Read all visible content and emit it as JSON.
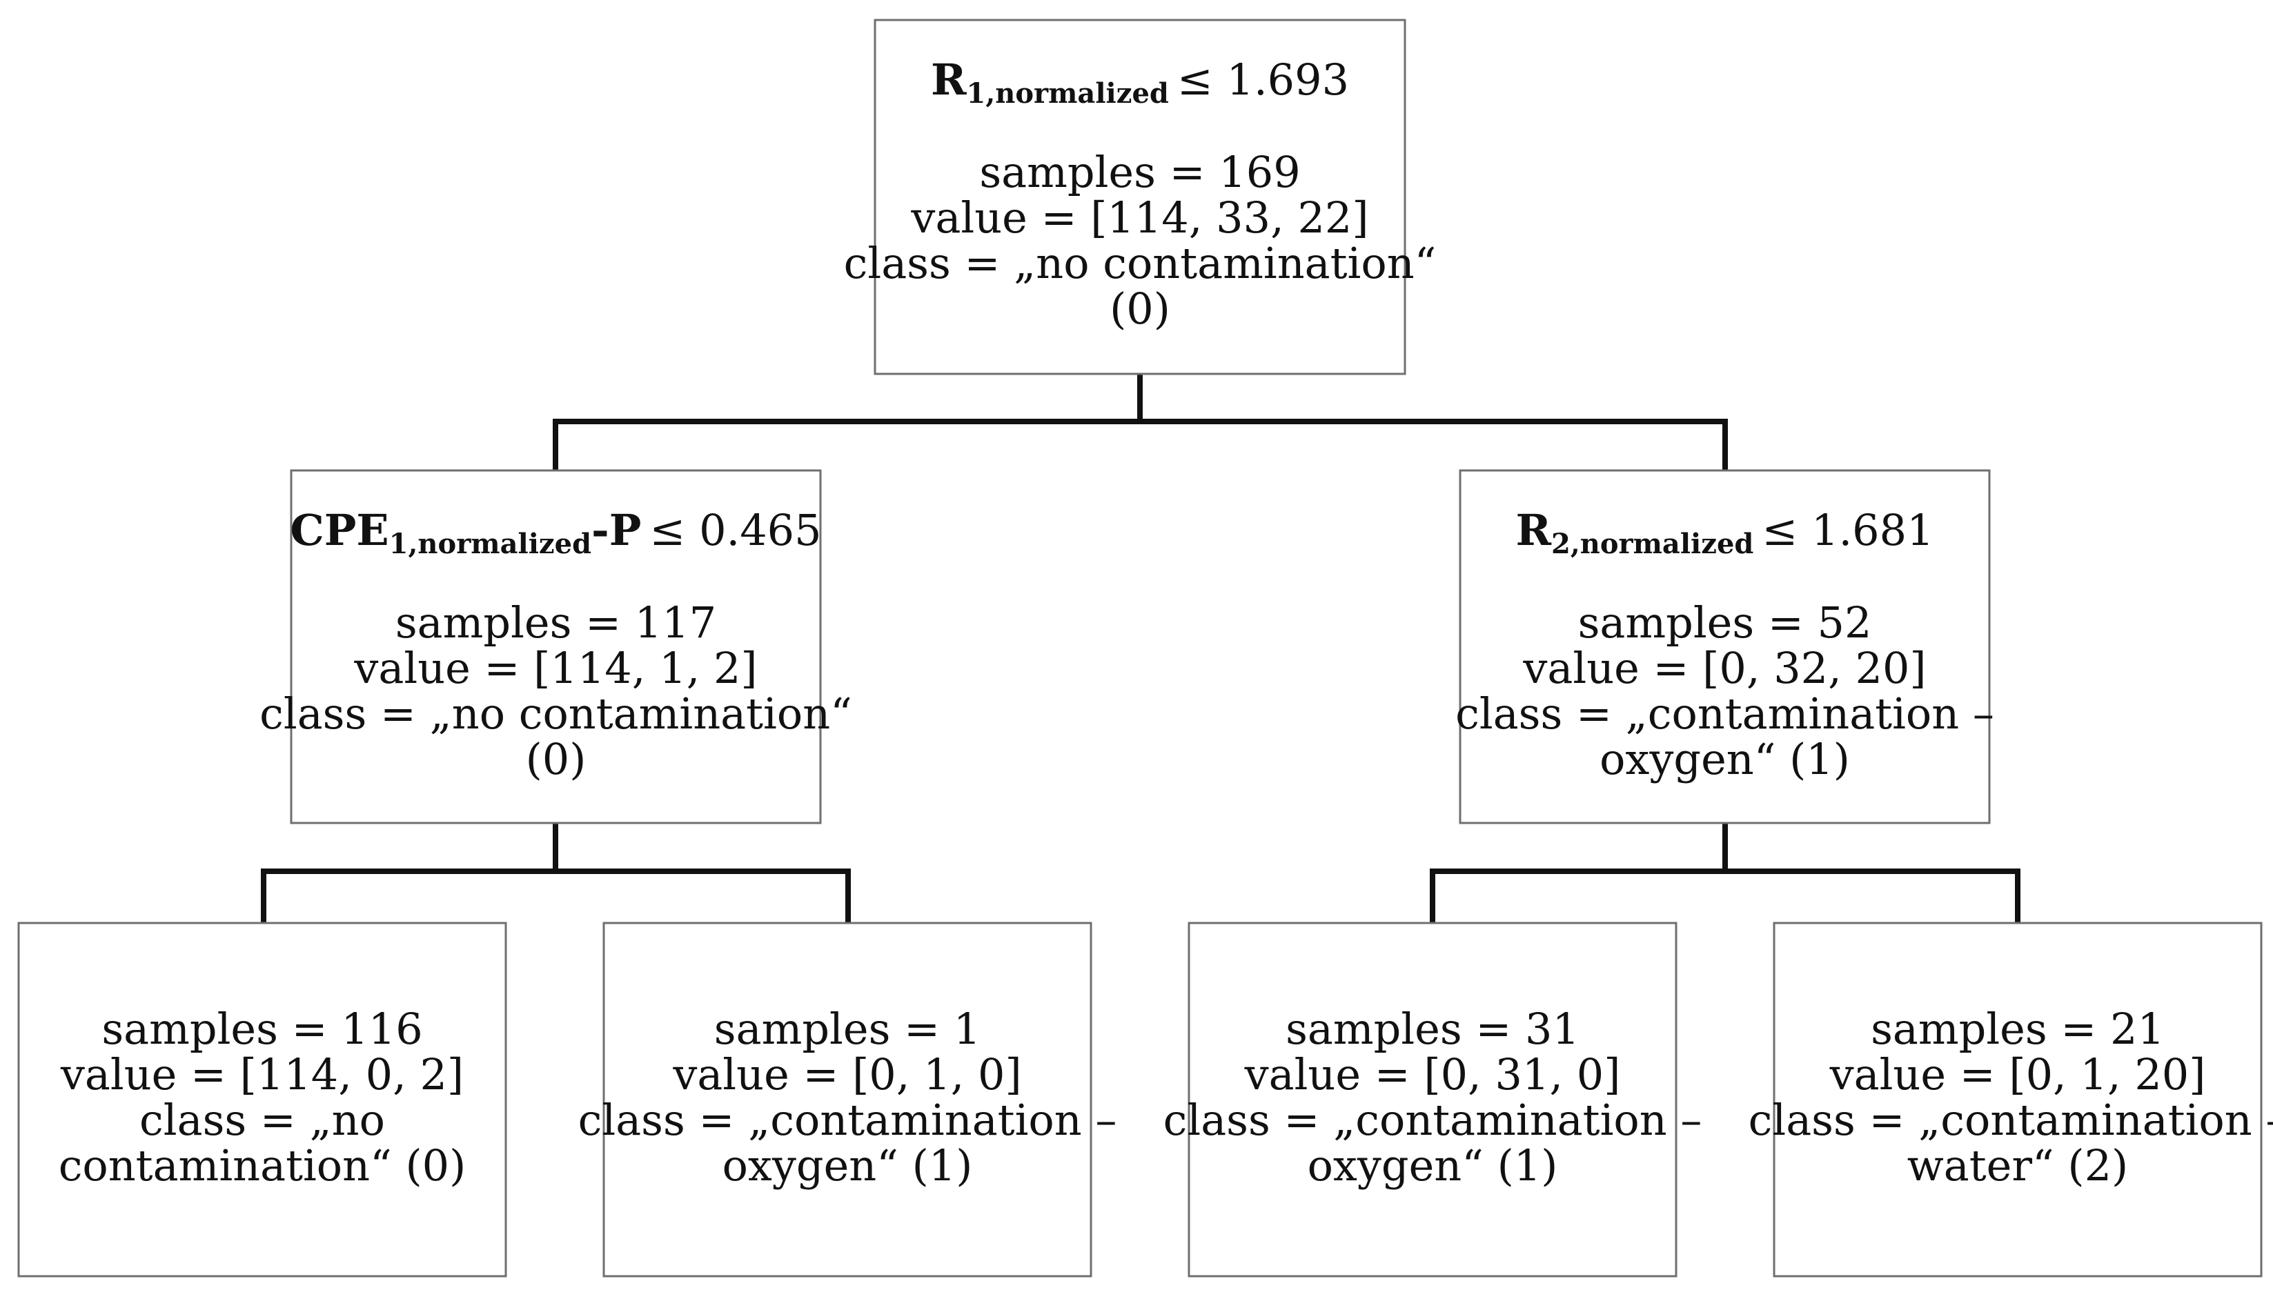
{
  "root": {
    "split": {
      "feature": "R",
      "feature_subscript": "1,normalized",
      "feature_suffix": "",
      "operator": "≤",
      "threshold": "1.693"
    },
    "samples_text": "samples = 169",
    "value_text": "value = [114, 33, 22]",
    "class_line_1": "class = „no contamination“",
    "class_line_2": "(0)"
  },
  "left": {
    "split": {
      "feature": "CPE",
      "feature_subscript": "1,normalized",
      "feature_suffix": "-P",
      "operator": "≤",
      "threshold": "0.465"
    },
    "samples_text": "samples = 117",
    "value_text": "value = [114, 1, 2]",
    "class_line_1": "class = „no contamination“",
    "class_line_2": "(0)"
  },
  "right": {
    "split": {
      "feature": "R",
      "feature_subscript": "2,normalized",
      "feature_suffix": "",
      "operator": "≤",
      "threshold": "1.681"
    },
    "samples_text": "samples = 52",
    "value_text": "value = [0, 32, 20]",
    "class_line_1": "class = „contamination –",
    "class_line_2": "oxygen“ (1)"
  },
  "leaf_ll": {
    "samples_text": "samples = 116",
    "value_text": "value = [114, 0, 2]",
    "class_line_1": "class = „no",
    "class_line_2": "contamination“ (0)"
  },
  "leaf_lr": {
    "samples_text": "samples = 1",
    "value_text": "value = [0, 1, 0]",
    "class_line_1": "class = „contamination –",
    "class_line_2": "oxygen“ (1)"
  },
  "leaf_rl": {
    "samples_text": "samples = 31",
    "value_text": "value = [0, 31, 0]",
    "class_line_1": "class = „contamination –",
    "class_line_2": "oxygen“ (1)"
  },
  "leaf_rr": {
    "samples_text": "samples = 21",
    "value_text": "value = [0, 1, 20]",
    "class_line_1": "class = „contamination –",
    "class_line_2": "water“ (2)"
  },
  "colors": {
    "box_border": "#6f6f6f",
    "connector": "#111111",
    "text": "#111111",
    "background": "#ffffff"
  }
}
